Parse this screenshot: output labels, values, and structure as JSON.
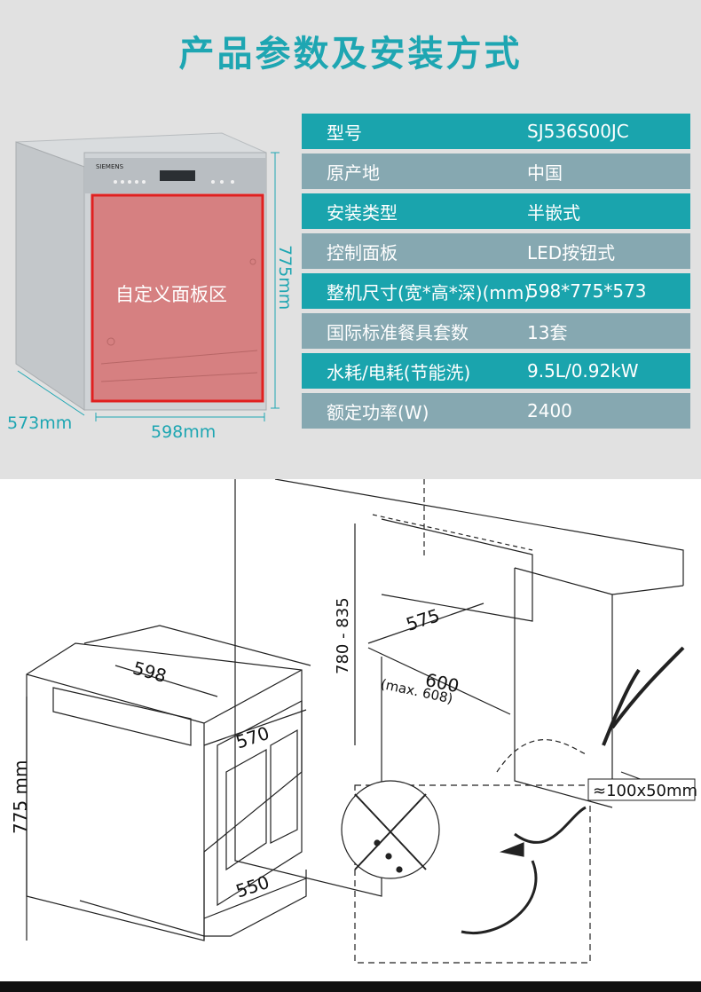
{
  "header": {
    "title": "产品参数及安装方式"
  },
  "spec_table": [
    {
      "label": "型号",
      "value": "SJ536S00JC"
    },
    {
      "label": "原产地",
      "value": "中国"
    },
    {
      "label": "安装类型",
      "value": "半嵌式"
    },
    {
      "label": "控制面板",
      "value": "LED按钮式"
    },
    {
      "label": "整机尺寸(宽*高*深)(mm)",
      "value": "598*775*573"
    },
    {
      "label": "国际标准餐具套数",
      "value": "13套"
    },
    {
      "label": "水耗/电耗(节能洗)",
      "value": "9.5L/0.92kW"
    },
    {
      "label": "额定功率(W)",
      "value": "2400"
    }
  ],
  "product": {
    "brand": "SIEMENS",
    "panel_label": "自定义面板区",
    "height_dim": "775mm",
    "depth_dim": "573mm",
    "width_dim": "598mm"
  },
  "installation": {
    "width": "598",
    "height_left": "775 mm",
    "inner_width": "570",
    "lower_width": "550",
    "niche_depth": "575",
    "niche_width": "600",
    "niche_width_max": "(max. 608)",
    "niche_height": "780 - 835",
    "cutout": "≈100x50mm"
  },
  "colors": {
    "accent": "#1ea6b2",
    "row_dark": "#1aa4ad",
    "row_light": "#86a8b1",
    "panel_red": "#e02020"
  }
}
